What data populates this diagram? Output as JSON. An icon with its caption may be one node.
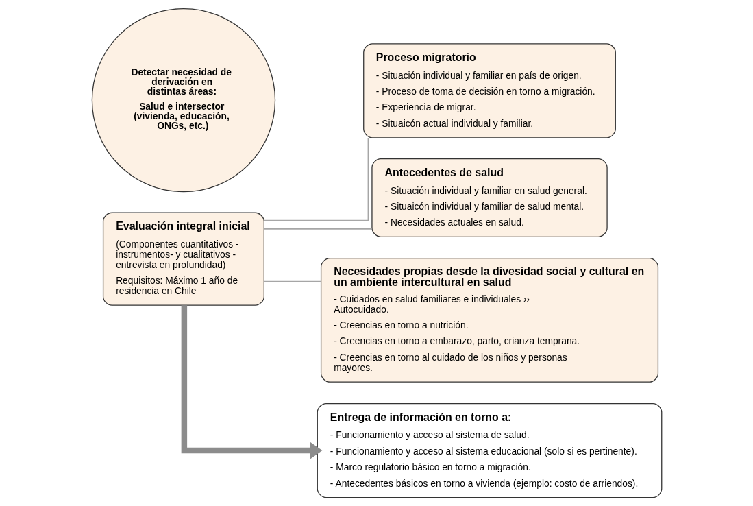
{
  "diagram": {
    "nodes": [
      {
        "text": [
          "Evaluación integral inicial",
          "(Componentes cuantitativos - instrumentos- y cualitativos - entrevista en profundidad)",
          "Requisitos: Máximo 1 año de residencia en Chile"
        ]
      },
      {
        "text": [
          "Proceso migratorio",
          "- Situación individual y familiar en país de origen.",
          "- Proceso de toma de decisión en torno a migración.",
          "- Experiencia de migrar.",
          "- Situaicón actual individual y familiar."
        ]
      },
      {
        "text": [
          "Antecedentes de salud",
          "- Situación individual y familiar en salud general.",
          "- Situaicón individual y familiar de salud mental.",
          "- Necesidades actuales en salud."
        ]
      },
      {
        "text": [
          "Necesidades propias desde la divesidad social y cultural en un ambiente intercultural en salud",
          "- Cuidados en salud familiares e individuales ›› Autocuidado.",
          "- Creencias en torno a nutrición.",
          "- Creencias en torno a embarazo, parto, crianza temprana.",
          "- Creencias en torno al cuidado de los niños y personas mayores."
        ]
      },
      {
        "text": [
          "Detectar necesidad de derivación en distintas áreas:",
          "Salud e intersector (vivienda, educación, ONGs, etc.)"
        ]
      },
      {
        "text": [
          "Entrega de información en torno a:",
          "- Funcionamiento y acceso al sistema de salud.",
          "- Funcionamiento y acceso al sistema educacional (solo si es pertinente).",
          "- Marco regulatorio básico en torno a migración.",
          "- Antecedentes básicos en torno a vivienda (ejemplo: costo de arriendos)."
        ]
      }
    ],
    "edges": [
      {
        "from": 0,
        "to": 1,
        "arrow": "none"
      },
      {
        "from": 0,
        "to": 2,
        "arrow": "none"
      },
      {
        "from": 0,
        "to": 3,
        "arrow": "none"
      },
      {
        "from": 0,
        "to": 5,
        "arrow": "to",
        "style": "thick",
        "color": "#8c8c8c"
      }
    ]
  }
}
